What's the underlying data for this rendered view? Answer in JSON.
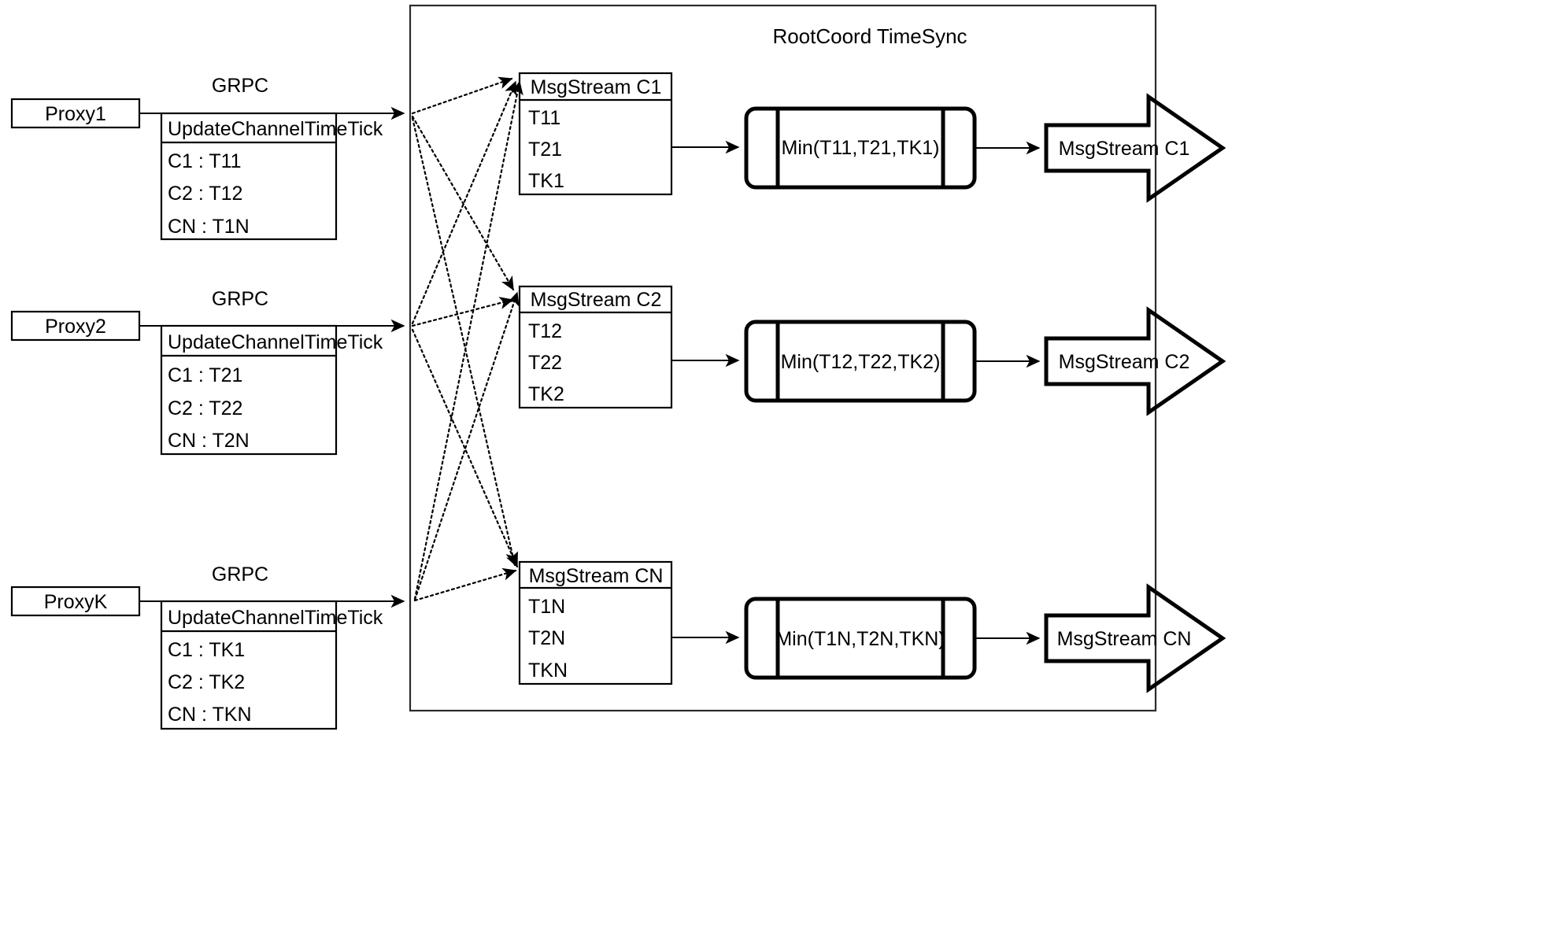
{
  "diagram": {
    "title": "RootCoord TimeSync",
    "container_label": "RootCoord TimeSync",
    "grpc_label": "GRPC",
    "proxies": [
      {
        "name": "Proxy1",
        "link_label": "GRPC",
        "request": {
          "header": "UpdateChannelTimeTick",
          "rows": [
            "C1 :  T11",
            "C2 :  T12",
            "CN : T1N"
          ]
        }
      },
      {
        "name": "Proxy2",
        "link_label": "GRPC",
        "request": {
          "header": "UpdateChannelTimeTick",
          "rows": [
            "C1 :  T21",
            "C2 :  T22",
            "CN : T2N"
          ]
        }
      },
      {
        "name": "ProxyK",
        "link_label": "GRPC",
        "request": {
          "header": "UpdateChannelTimeTick",
          "rows": [
            "C1 :  TK1",
            "C2 :  TK2",
            "CN : TKN"
          ]
        }
      }
    ],
    "channels": [
      {
        "stream": {
          "header": "MsgStream C1",
          "rows": [
            "T11",
            "T21",
            "TK1"
          ]
        },
        "process": "Min(T11,T21,TK1)",
        "output": "MsgStream C1"
      },
      {
        "stream": {
          "header": "MsgStream C2",
          "rows": [
            "T12",
            "T22",
            "TK2"
          ]
        },
        "process": "Min(T12,T22,TK2)",
        "output": "MsgStream C2"
      },
      {
        "stream": {
          "header": "MsgStream CN",
          "rows": [
            "T1N",
            "T2N",
            "TKN"
          ]
        },
        "process": "Min(T1N,T2N,TKN)",
        "output": "MsgStream CN"
      }
    ],
    "colors": {
      "stroke": "#000000",
      "container_stroke": "#2b2b2b",
      "background": "#ffffff"
    }
  }
}
